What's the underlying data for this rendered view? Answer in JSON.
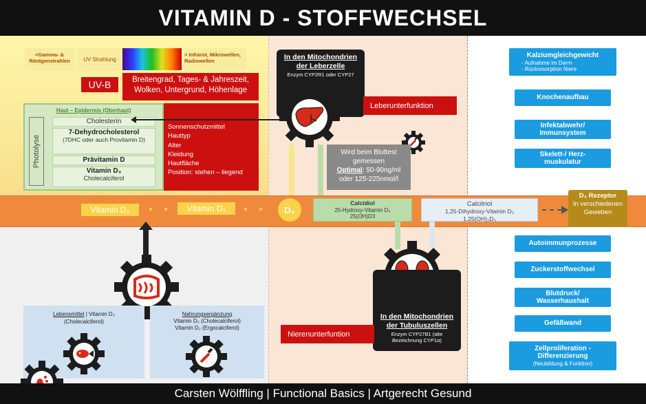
{
  "title": "VITAMIN D - STOFFWECHSEL",
  "footer": "Carsten Wölffling | Functional Basics | Artgerecht Gesund",
  "spectrum": {
    "left": "<Gamma- & Röntgenstrahlen",
    "uv": "UV Strahlung",
    "right": "> Infrarot, Mikrowellen, Radiowellen"
  },
  "uvb": {
    "label": "UV-B",
    "factors": "Breitengrad, Tages- & Jahreszeit, Wolken, Untergrund, Höhenlage"
  },
  "skin": {
    "title": "Haut – Epidermis (Oberhaut)",
    "photolyse": "Photolyse",
    "cholesterin": "Cholesterin",
    "dhc_title": "7-Dehydrocholesterol",
    "dhc_sub": "(7DHC oder auch Provitamin D)",
    "praevitamin": "Prävitamin D",
    "vitd3": "Vitamin D₃",
    "cholecalciferol": "Cholecalciferol",
    "factors": [
      "Sonnenschutzmittel",
      "Hauttyp",
      "Alter",
      "Kleidung",
      "Hautfläche",
      "Position: stehen – liegend"
    ]
  },
  "liver": {
    "title": "In den Mitochondrien der Leberzelle",
    "enzyme": "Enzym CYP2R1 oder CYP27",
    "dysfunction": "Leberunterfunktion"
  },
  "bloodtest": {
    "line1": "Wird beim Bluttest gemessen",
    "optimal_label": "Optimal",
    "optimal_value": ": 50-90ng/ml oder 125-225nmol/l"
  },
  "band": {
    "vitd3_a": "Vitamin D₃",
    "vitd3_b": "Vitamin D₃",
    "d3": "D₃",
    "calcidiol_title": "Calcidiol",
    "calcidiol_sub": "25-Hydroxy-Vitamin D₃",
    "calcidiol_formula": "25(OH)D3",
    "calcitriol_title": "Calcitriol",
    "calcitriol_sub": "1,25-Dihydroxy-Vitamin D₃",
    "calcitriol_formula": "1,25(OH)₂D₃",
    "receptor_title": "D₃ Rezeptor",
    "receptor_sub": "In verschiedenen Geweben"
  },
  "kidney": {
    "title": "In den Mitochondrien der Tubuluszellen",
    "enzyme": "Enzym CYP27B1 (alte Bezeichnung CYP1α)",
    "dysfunction": "Nierenunterfuntion"
  },
  "food": {
    "left_title": "Lebensmittel",
    "left_title2": "| Vitamin D₃",
    "left_sub": "(Cholecalciferol)",
    "right_title": "Nahrungsergänzung",
    "right_line1": "Vitamin D₃ (Cholecalciferol)",
    "right_line2": "Vitamin D₂ (Ergocalciferol)"
  },
  "effects": [
    {
      "title": "Kalziumgleichgewicht",
      "sub": [
        "- Aufnahme im Darm",
        "- Rückresorption Niere"
      ]
    },
    {
      "title": "Knochenaufbau",
      "sub": []
    },
    {
      "title": "Infektabwehr/ Immunsystem",
      "sub": []
    },
    {
      "title": "Skelett-/ Herz-muskulatur",
      "sub": []
    },
    {
      "title": "Autoimmunprozesse",
      "sub": []
    },
    {
      "title": "Zuckerstoffwechsel",
      "sub": []
    },
    {
      "title": "Blutdruck/ Wasserhaushalt",
      "sub": []
    },
    {
      "title": "Gefäßwand",
      "sub": []
    },
    {
      "title": "Zellproliferation -Differenzierung",
      "sub": [
        "(Neubildung & Funktion)"
      ]
    }
  ],
  "colors": {
    "red": "#cc1010",
    "orange": "#ef8a3d",
    "blue": "#1b9be0",
    "green": "#d4e8c4",
    "yellow": "#fbd34a"
  },
  "icons": [
    "liver-gear-icon",
    "kidney-gear-icon",
    "intestine-gear-icon",
    "fish-gear-icon",
    "pipette-gear-icon",
    "foot-gear-icon",
    "small-pipette-gear-icon"
  ]
}
